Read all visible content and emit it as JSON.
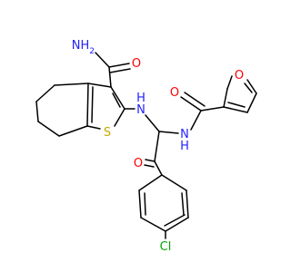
{
  "molecule": {
    "colors": {
      "carbon_bond": "#000000",
      "nitrogen": "#2222ff",
      "oxygen": "#ff0000",
      "sulfur": "#c8a800",
      "chlorine": "#00aa00"
    },
    "atom_labels": {
      "amide_nh2": "NH",
      "amide_nh2_sub": "2",
      "amide_o": "O",
      "thiophene_s": "S",
      "amine_nh": "H",
      "amine_n": "N",
      "furanamide_nh": "H",
      "furanamide_n": "N",
      "furanamide_o": "O",
      "furan_o": "O",
      "ketone_o": "O",
      "chlorine": "Cl"
    }
  }
}
